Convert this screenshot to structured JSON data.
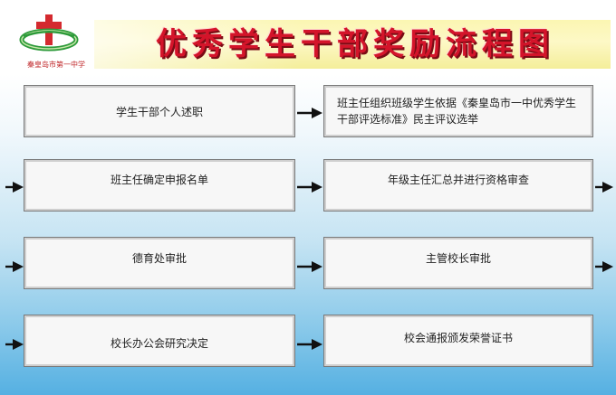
{
  "header": {
    "logo_text": "秦皇岛市第一中学",
    "title": "优秀学生干部奖励流程图"
  },
  "flow": {
    "steps": [
      "学生干部个人述职",
      "班主任组织班级学生依据《秦皇岛市一中优秀学生干部评选标准》民主评议选举",
      "班主任确定申报名单",
      "年级主任汇总并进行资格审查",
      "德育处审批",
      "主管校长审批",
      "校长办公会研究决定",
      "校会通报颁发荣誉证书"
    ]
  },
  "colors": {
    "title_red": "#d4142a",
    "banner_yellow": "#fbf6b2",
    "sky_blue": "#55b0e2",
    "logo_green": "#2d9a3a"
  },
  "icons": [
    "school-logo",
    "arrow-right-icon"
  ]
}
